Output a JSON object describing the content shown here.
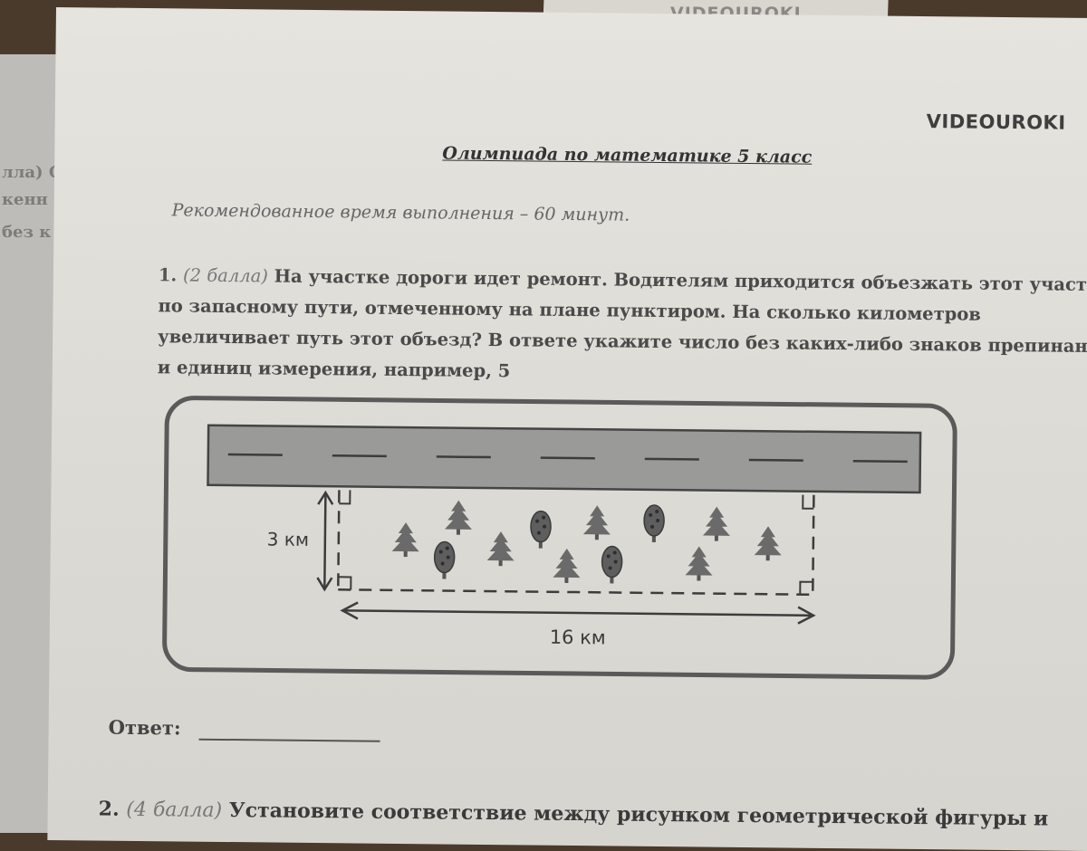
{
  "background": {
    "top_sheet_logo": "VIDEOUROKI",
    "left_sheet_fragments": [
      "лла) С",
      "кенн",
      "без к"
    ]
  },
  "header": {
    "logo": "VIDEOUROKI",
    "title": "Олимпиада по математике 5 класс",
    "recommended_time": "Рекомендованное время выполнения – 60 минут."
  },
  "task1": {
    "number": "1.",
    "points": "(2 балла)",
    "text": "На участке дороги идет ремонт. Водителям приходится объезжать этот участок по запасному пути, отмеченному на плане пунктиром. На сколько километров увеличивает путь этот объезд? В ответе укажите число без каких-либо знаков препинания и единиц измерения, например, 5"
  },
  "diagram": {
    "height_label": "3 км",
    "width_label": "16 км"
  },
  "answer": {
    "label": "Ответ:"
  },
  "task2": {
    "number": "2.",
    "points": "(4 балла)",
    "text": "Установите соответствие между рисунком геометрической фигуры и"
  }
}
